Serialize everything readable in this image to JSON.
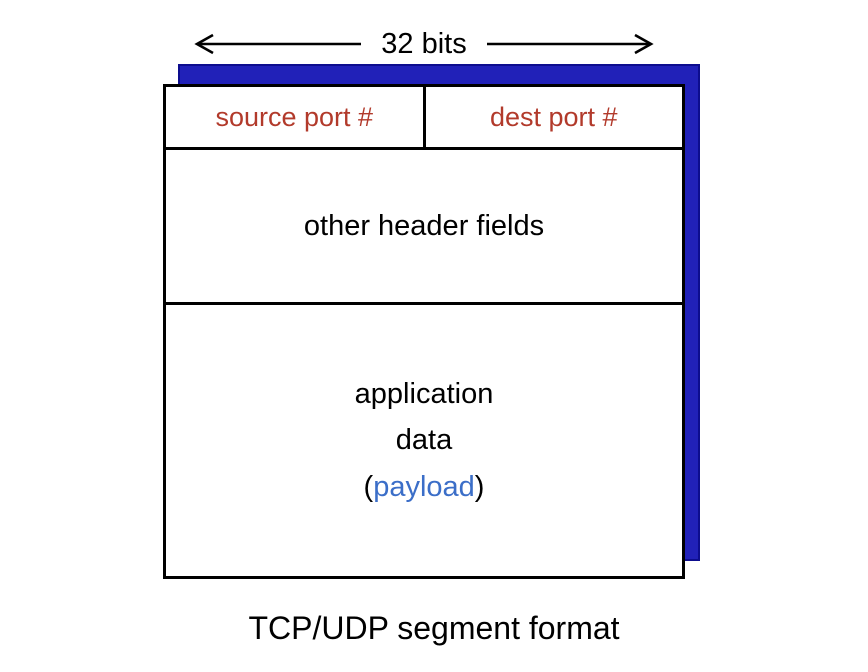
{
  "title": "TCP/UDP segment format",
  "bits_label": "32 bits",
  "segment": {
    "source_port": "source port #",
    "dest_port": "dest port #",
    "other_header": "other header fields",
    "app_data_line1": "application",
    "app_data_line2": "data",
    "payload": {
      "open": "(",
      "word": "payload",
      "close": ")"
    }
  },
  "colors": {
    "shadow_blue": "#2121b8",
    "port_red": "#b23a2b",
    "payload_blue": "#3b6ec8",
    "border_black": "#000000"
  }
}
